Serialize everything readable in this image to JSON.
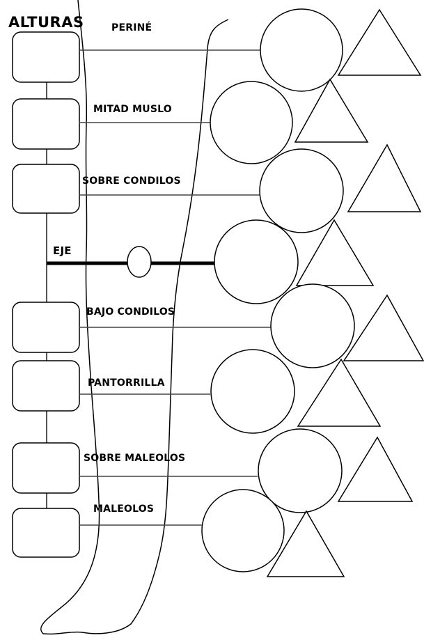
{
  "title": "ALTURAS",
  "axis_label": "EJE",
  "levels": [
    {
      "label": "PERINÉ"
    },
    {
      "label": "MITAD MUSLO"
    },
    {
      "label": "SOBRE CONDILOS"
    },
    {
      "label": "BAJO CONDILOS"
    },
    {
      "label": "PANTORRILLA"
    },
    {
      "label": "SOBRE MALEOLOS"
    },
    {
      "label": "MALEOLOS"
    }
  ],
  "colors": {
    "stroke": "#000000",
    "background": "#ffffff"
  }
}
